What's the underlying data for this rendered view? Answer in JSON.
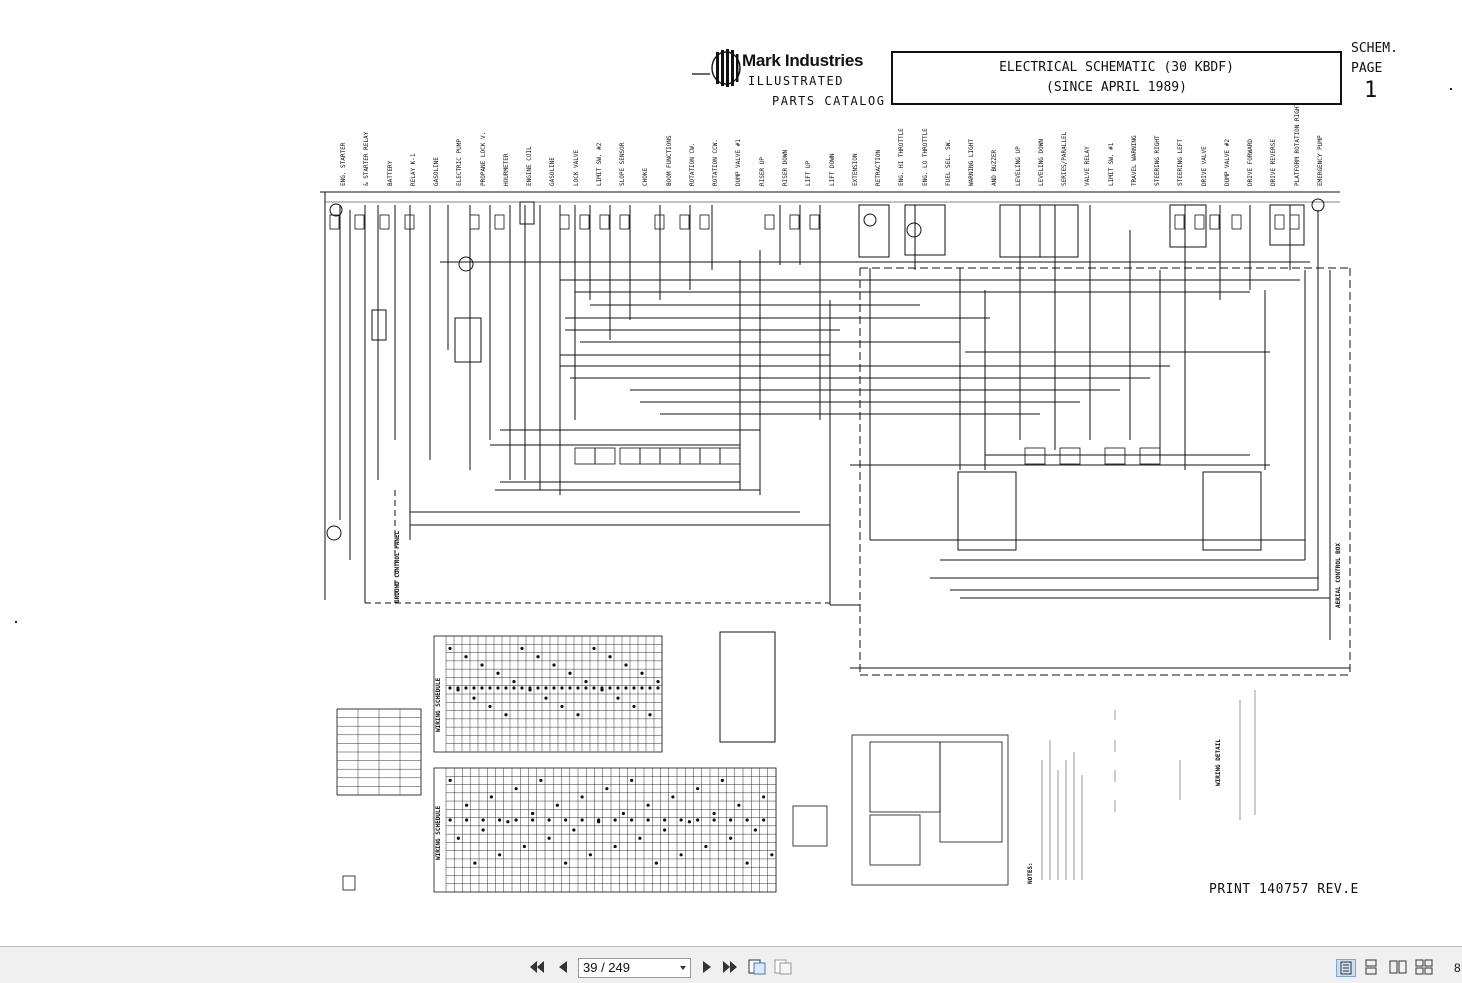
{
  "document": {
    "brand": "Mark Industries",
    "brand_sub1": "ILLUSTRATED",
    "brand_sub2": "PARTS CATALOG",
    "title_line1": "ELECTRICAL SCHEMATIC (30 KBDF)",
    "title_line2": "(SINCE APRIL 1989)",
    "schem_label": "SCHEM.",
    "page_label": "PAGE",
    "page_number": "1",
    "print_ref": "PRINT 140757 REV.E",
    "column_labels": [
      "ENG. STARTER",
      "& STARTER RELAY",
      "BATTERY",
      "RELAY K-1",
      "GASOLINE",
      "ELECTRIC PUMP",
      "PROPANE LOCK V.",
      "HOURMETER",
      "ENGINE COIL",
      "GASOLINE",
      "LOCK VALVE",
      "LIMIT SW. #2",
      "SLOPE SENSOR",
      "CHOKE",
      "BOOM FUNCTIONS",
      "ROTATION CW.",
      "ROTATION CCW.",
      "DUMP VALVE #1",
      "RISER UP",
      "RISER DOWN",
      "LIFT UP",
      "LIFT DOWN",
      "EXTENSION",
      "RETRACTION",
      "ENG. HI THROTTLE",
      "ENG. LO THROTTLE",
      "FUEL SEL. SW.",
      "WARNING LIGHT",
      "AND BUZZER",
      "LEVELING UP",
      "LEVELING DOWN",
      "SERIES/PARALLEL",
      "VALVE RELAY",
      "LIMIT SW. #1",
      "TRAVEL WARNING",
      "STEERING RIGHT",
      "STEERING LEFT",
      "DRIVE VALVE",
      "DUMP VALVE #2",
      "DRIVE FORWARD",
      "DRIVE REVERSE",
      "PLATFORM ROTATION RIGHT",
      "EMERGENCY PUMP"
    ],
    "side_labels": [
      "GROUND CONTROL PANEL",
      "AERIAL CONTROL BOX",
      "WIRING SCHEDULE",
      "WIRING DETAIL",
      "NOTES:"
    ]
  },
  "viewer": {
    "page_field_value": "39 / 249",
    "zoom_text": "8",
    "colors": {
      "toolbar_bg": "#f0f0f0",
      "active_view": "#cfe0f5",
      "ink": "#111111"
    }
  }
}
